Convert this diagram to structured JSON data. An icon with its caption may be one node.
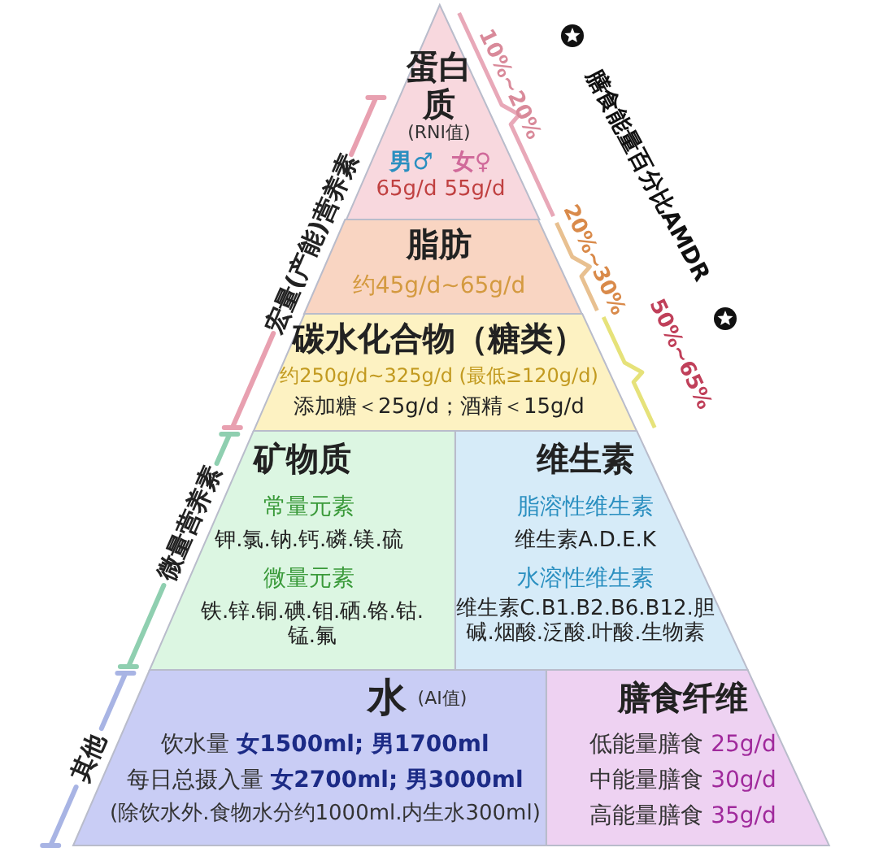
{
  "diagram": {
    "nodes": [
      {
        "text": [
          "蛋白质",
          "(RNI值)",
          "男♂",
          "女♀",
          "65g/d",
          "55g/d"
        ],
        "beside": [
          "10%~20%"
        ]
      },
      {
        "text": [
          "脂肪",
          "约45g/d~65g/d"
        ],
        "beside": [
          "20%~30%"
        ]
      },
      {
        "text": [
          "碳水化合物（糖类）",
          "约250g/d~325g/d (最低≥120g/d)",
          "添加糖＜25g/d；酒精＜15g/d"
        ],
        "beside": [
          "50%~65%"
        ]
      },
      {
        "text": [
          "矿物质",
          "常量元素",
          "钾.氯.钠.钙.磷.镁.硫",
          "微量元素",
          "铁.锌.铜.碘.钼.硒.铬.钴.锰.氟"
        ]
      },
      {
        "text": [
          "维生素",
          "脂溶性维生素",
          "维生素A.D.E.K",
          "水溶性维生素",
          "维生素C.B1.B2.B6.B12.胆碱.烟酸.泛酸.叶酸.生物素"
        ]
      },
      {
        "text": [
          "水",
          "(AI值)",
          "饮水量 **女1500ml; 男1700ml**",
          "每日总摄入量 **女2700ml; 男3000ml**",
          "(除饮水外.食物水分约1000ml.内生水300ml)"
        ]
      },
      {
        "text": [
          "膳食纤维",
          "低能量膳食 **25g/d**",
          "中能量膳食 **30g/d**",
          "高能量膳食 **35g/d**"
        ]
      }
    ],
    "labels": [
      "膳食能量百分比AMDR",
      "宏量(产能)营养素",
      "微量营养素",
      "其他"
    ]
  }
}
